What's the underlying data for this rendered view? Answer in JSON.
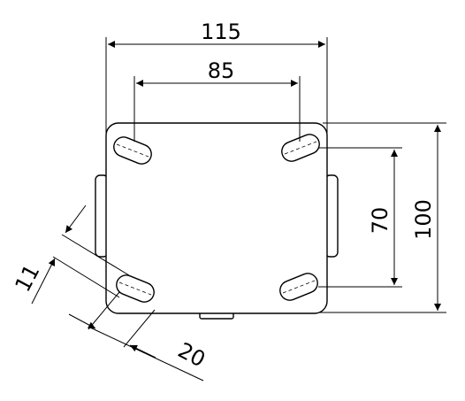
{
  "colors": {
    "line": "#000000",
    "background": "#ffffff"
  },
  "dimensions": {
    "overall_width": "115",
    "hole_spacing_width": "85",
    "hole_spacing_height": "70",
    "overall_height": "100",
    "slot_width": "11",
    "slot_length": "20"
  }
}
